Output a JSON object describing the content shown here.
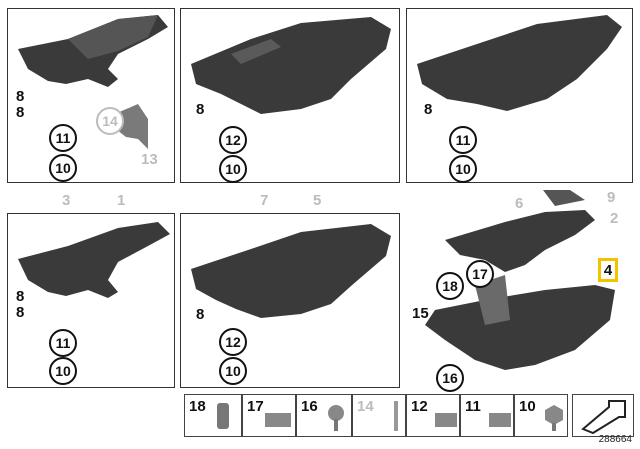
{
  "labels": {
    "p1_l8a": "8",
    "p1_l8b": "8",
    "p1_c11": "11",
    "p1_c10": "10",
    "p1_c14": "14",
    "p1_l13": "13",
    "p2_l8": "8",
    "p2_c12": "12",
    "p2_c10": "10",
    "p3_l8": "8",
    "p3_c11": "11",
    "p3_c10": "10",
    "r1_3": "3",
    "r1_1": "1",
    "r1_5": "5",
    "r1_7": "7",
    "r1_6": "6",
    "p4_l8a": "8",
    "p4_l8b": "8",
    "p4_c11": "11",
    "p4_c10": "10",
    "p5_l8": "8",
    "p5_c12": "12",
    "p5_c10": "10",
    "a_9": "9",
    "a_2": "2",
    "a_4": "4",
    "a_c18": "18",
    "a_c17": "17",
    "a_15": "15",
    "a_c16": "16"
  },
  "legend": [
    "18",
    "17",
    "16",
    "14",
    "12",
    "11",
    "10"
  ],
  "diagram_number": "288664",
  "colors": {
    "part_dark": "#3a3a3a",
    "part_light": "#5a5a5a",
    "highlight": "#f2c400"
  }
}
